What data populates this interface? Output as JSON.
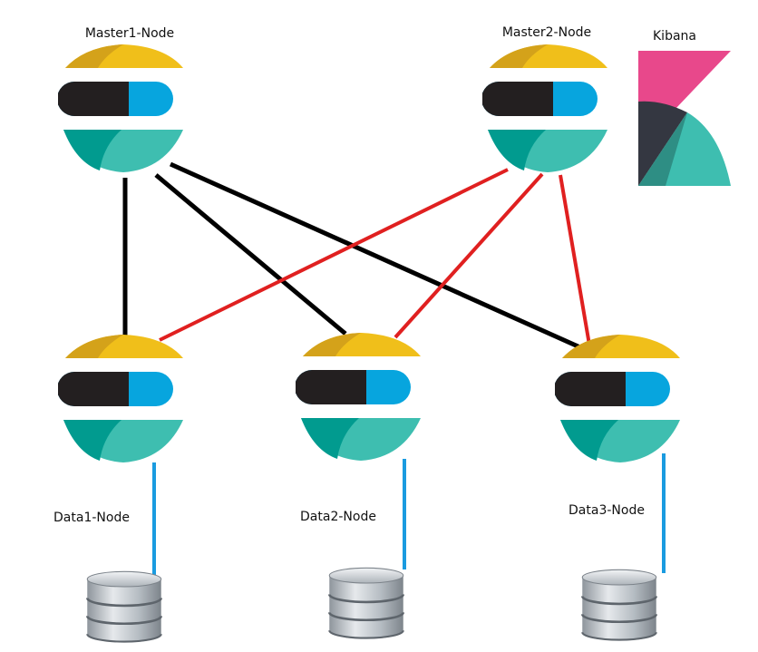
{
  "labels": {
    "master1": "Master1-Node",
    "master2": "Master2-Node",
    "kibana": "Kibana",
    "data1": "Data1-Node",
    "data2": "Data2-Node",
    "data3": "Data3-Node"
  },
  "colors": {
    "es_yellow": "#F0BF1A",
    "es_yellow_dark": "#D4A21A",
    "es_black": "#231F20",
    "es_blue": "#07A5DE",
    "es_teal": "#3EBEB0",
    "es_teal_dark": "#019B8F",
    "kibana_pink": "#E8488B",
    "kibana_dark": "#343741",
    "kibana_teal": "#3EBEB0",
    "master1_links": "#000000",
    "master2_links": "#E02020",
    "storage_links": "#1A9BE0",
    "disk_silver": "#B8BEC4"
  },
  "icons": {
    "node": "elasticsearch-logo-icon",
    "kibana": "kibana-logo-icon",
    "storage": "database-icon"
  }
}
